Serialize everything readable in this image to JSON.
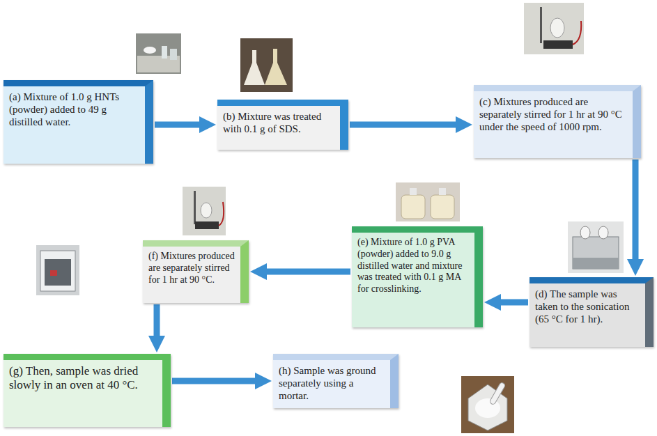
{
  "diagram": {
    "nodes": [
      {
        "text": [
          "(a) Mixture of 1.0 g HNTs (powder) added to 49 g distilled water."
        ]
      },
      {
        "text": [
          "(b) Mixture was treated with 0.1 g of SDS."
        ]
      },
      {
        "text": [
          "(c) Mixtures produced are separately stirred for 1 hr at 90 °C under the speed of 1000 rpm."
        ]
      },
      {
        "text": [
          "(d) The sample was taken to the sonication (65 °C for 1 hr)."
        ]
      },
      {
        "text": [
          "(e) Mixture of 1.0 g PVA (powder) added to 9.0 g distilled water and mixture was treated with 0.1 g MA for crosslinking."
        ]
      },
      {
        "text": [
          "(f) Mixtures produced are separately stirred for 1 hr at 90 °C."
        ]
      },
      {
        "text": [
          "(g) Then, sample was dried slowly in an oven at 40 °C."
        ]
      },
      {
        "text": [
          "(h) Sample was ground separately using a mortar."
        ]
      }
    ],
    "edges": [
      {
        "from": 0,
        "to": 1,
        "arrow": "to"
      },
      {
        "from": 1,
        "to": 2,
        "arrow": "to"
      },
      {
        "from": 2,
        "to": 3,
        "arrow": "to"
      },
      {
        "from": 3,
        "to": 4,
        "arrow": "to"
      },
      {
        "from": 4,
        "to": 5,
        "arrow": "to"
      },
      {
        "from": 5,
        "to": 6,
        "arrow": "to"
      },
      {
        "from": 6,
        "to": 7,
        "arrow": "to"
      }
    ]
  }
}
